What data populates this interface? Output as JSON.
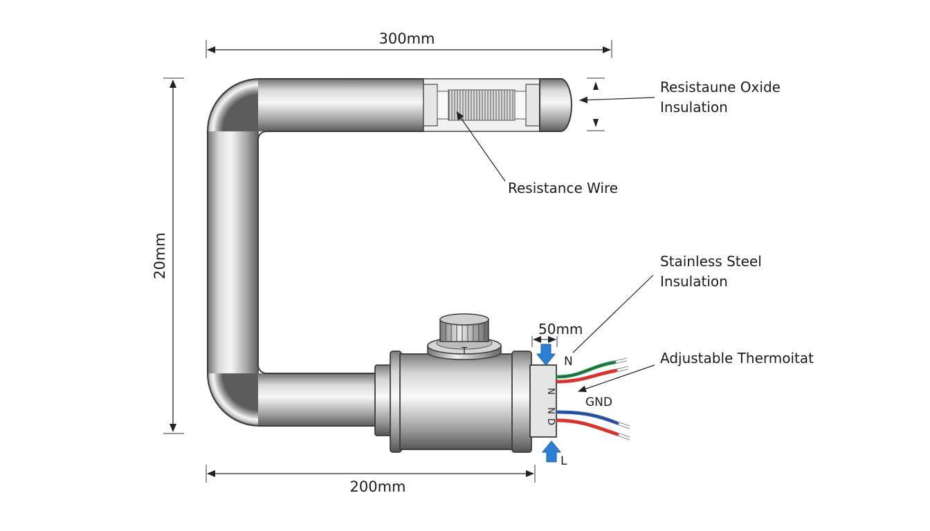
{
  "dimensions": {
    "top_length": "300mm",
    "bottom_length": "200mm",
    "height": "20mm",
    "terminal_width": "50mm"
  },
  "labels": {
    "oxide_insulation": [
      "Resistaune Oxide",
      "Insulation"
    ],
    "resistance_wire": "Resistance Wire",
    "stainless_steel": [
      "Stainless Steel",
      "Insulation"
    ],
    "thermostat": "Adjustable Thermoitat",
    "gnd": "GND",
    "neutral": "N",
    "live": "L"
  },
  "thermostat_marks": {
    "knob_mark": "T",
    "terminal_marks": [
      "N",
      "N",
      "D"
    ]
  },
  "colors": {
    "wire_green": "#1f8a4a",
    "wire_red": "#d8332e",
    "wire_blue": "#2e5ab8",
    "arrow_blue": "#2b7fd4",
    "outline": "#444444"
  }
}
